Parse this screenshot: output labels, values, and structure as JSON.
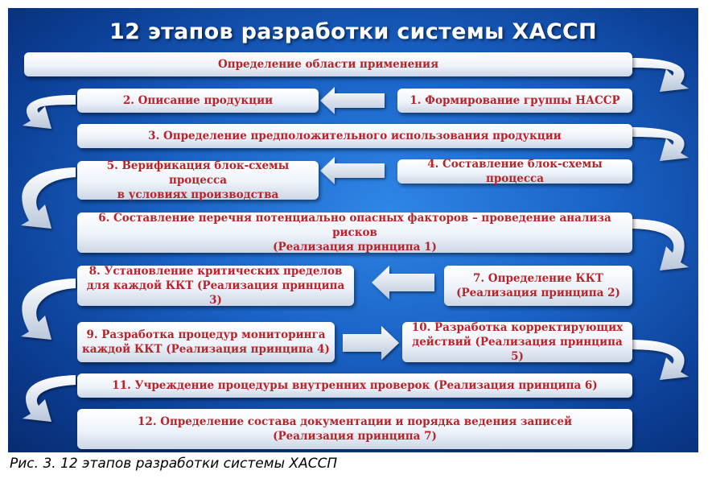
{
  "title": "12 этапов разработки системы ХАССП",
  "steps": [
    {
      "id": "scope",
      "label": "Определение области применения"
    },
    {
      "id": "s1",
      "label": "1. Формирование группы НАССР"
    },
    {
      "id": "s2",
      "label": "2. Описание продукции"
    },
    {
      "id": "s3",
      "label": "3. Определение предположительного использования продукции"
    },
    {
      "id": "s4",
      "label": "4. Составление блок-схемы процесса"
    },
    {
      "id": "s5",
      "label": "5. Верификация блок-схемы процесса\nв условиях производства"
    },
    {
      "id": "s6",
      "label": "6. Составление перечня потенциально опасных факторов – проведение анализа рисков\n(Реализация принципа 1)"
    },
    {
      "id": "s7",
      "label": "7. Определение ККТ\n(Реализация принципа 2)"
    },
    {
      "id": "s8",
      "label": "8. Установление критических пределов\nдля каждой ККТ (Реализация принципа 3)"
    },
    {
      "id": "s9",
      "label": "9. Разработка процедур мониторинга\nкаждой ККТ (Реализация принципа 4)"
    },
    {
      "id": "s10",
      "label": "10. Разработка корректирующих\nдействий (Реализация принципа 5)"
    },
    {
      "id": "s11",
      "label": "11. Учреждение процедуры внутренних проверок (Реализация принципа 6)"
    },
    {
      "id": "s12",
      "label": "12. Определение состава документации и порядка ведения записей\n(Реализация принципа 7)"
    }
  ],
  "caption": "Рис. 3. 12 этапов разработки системы ХАССП",
  "colors": {
    "panel": "#1a63c6",
    "box_text": "#b8242a",
    "title": "#ffffff",
    "arrow": "#dfe8f4"
  }
}
